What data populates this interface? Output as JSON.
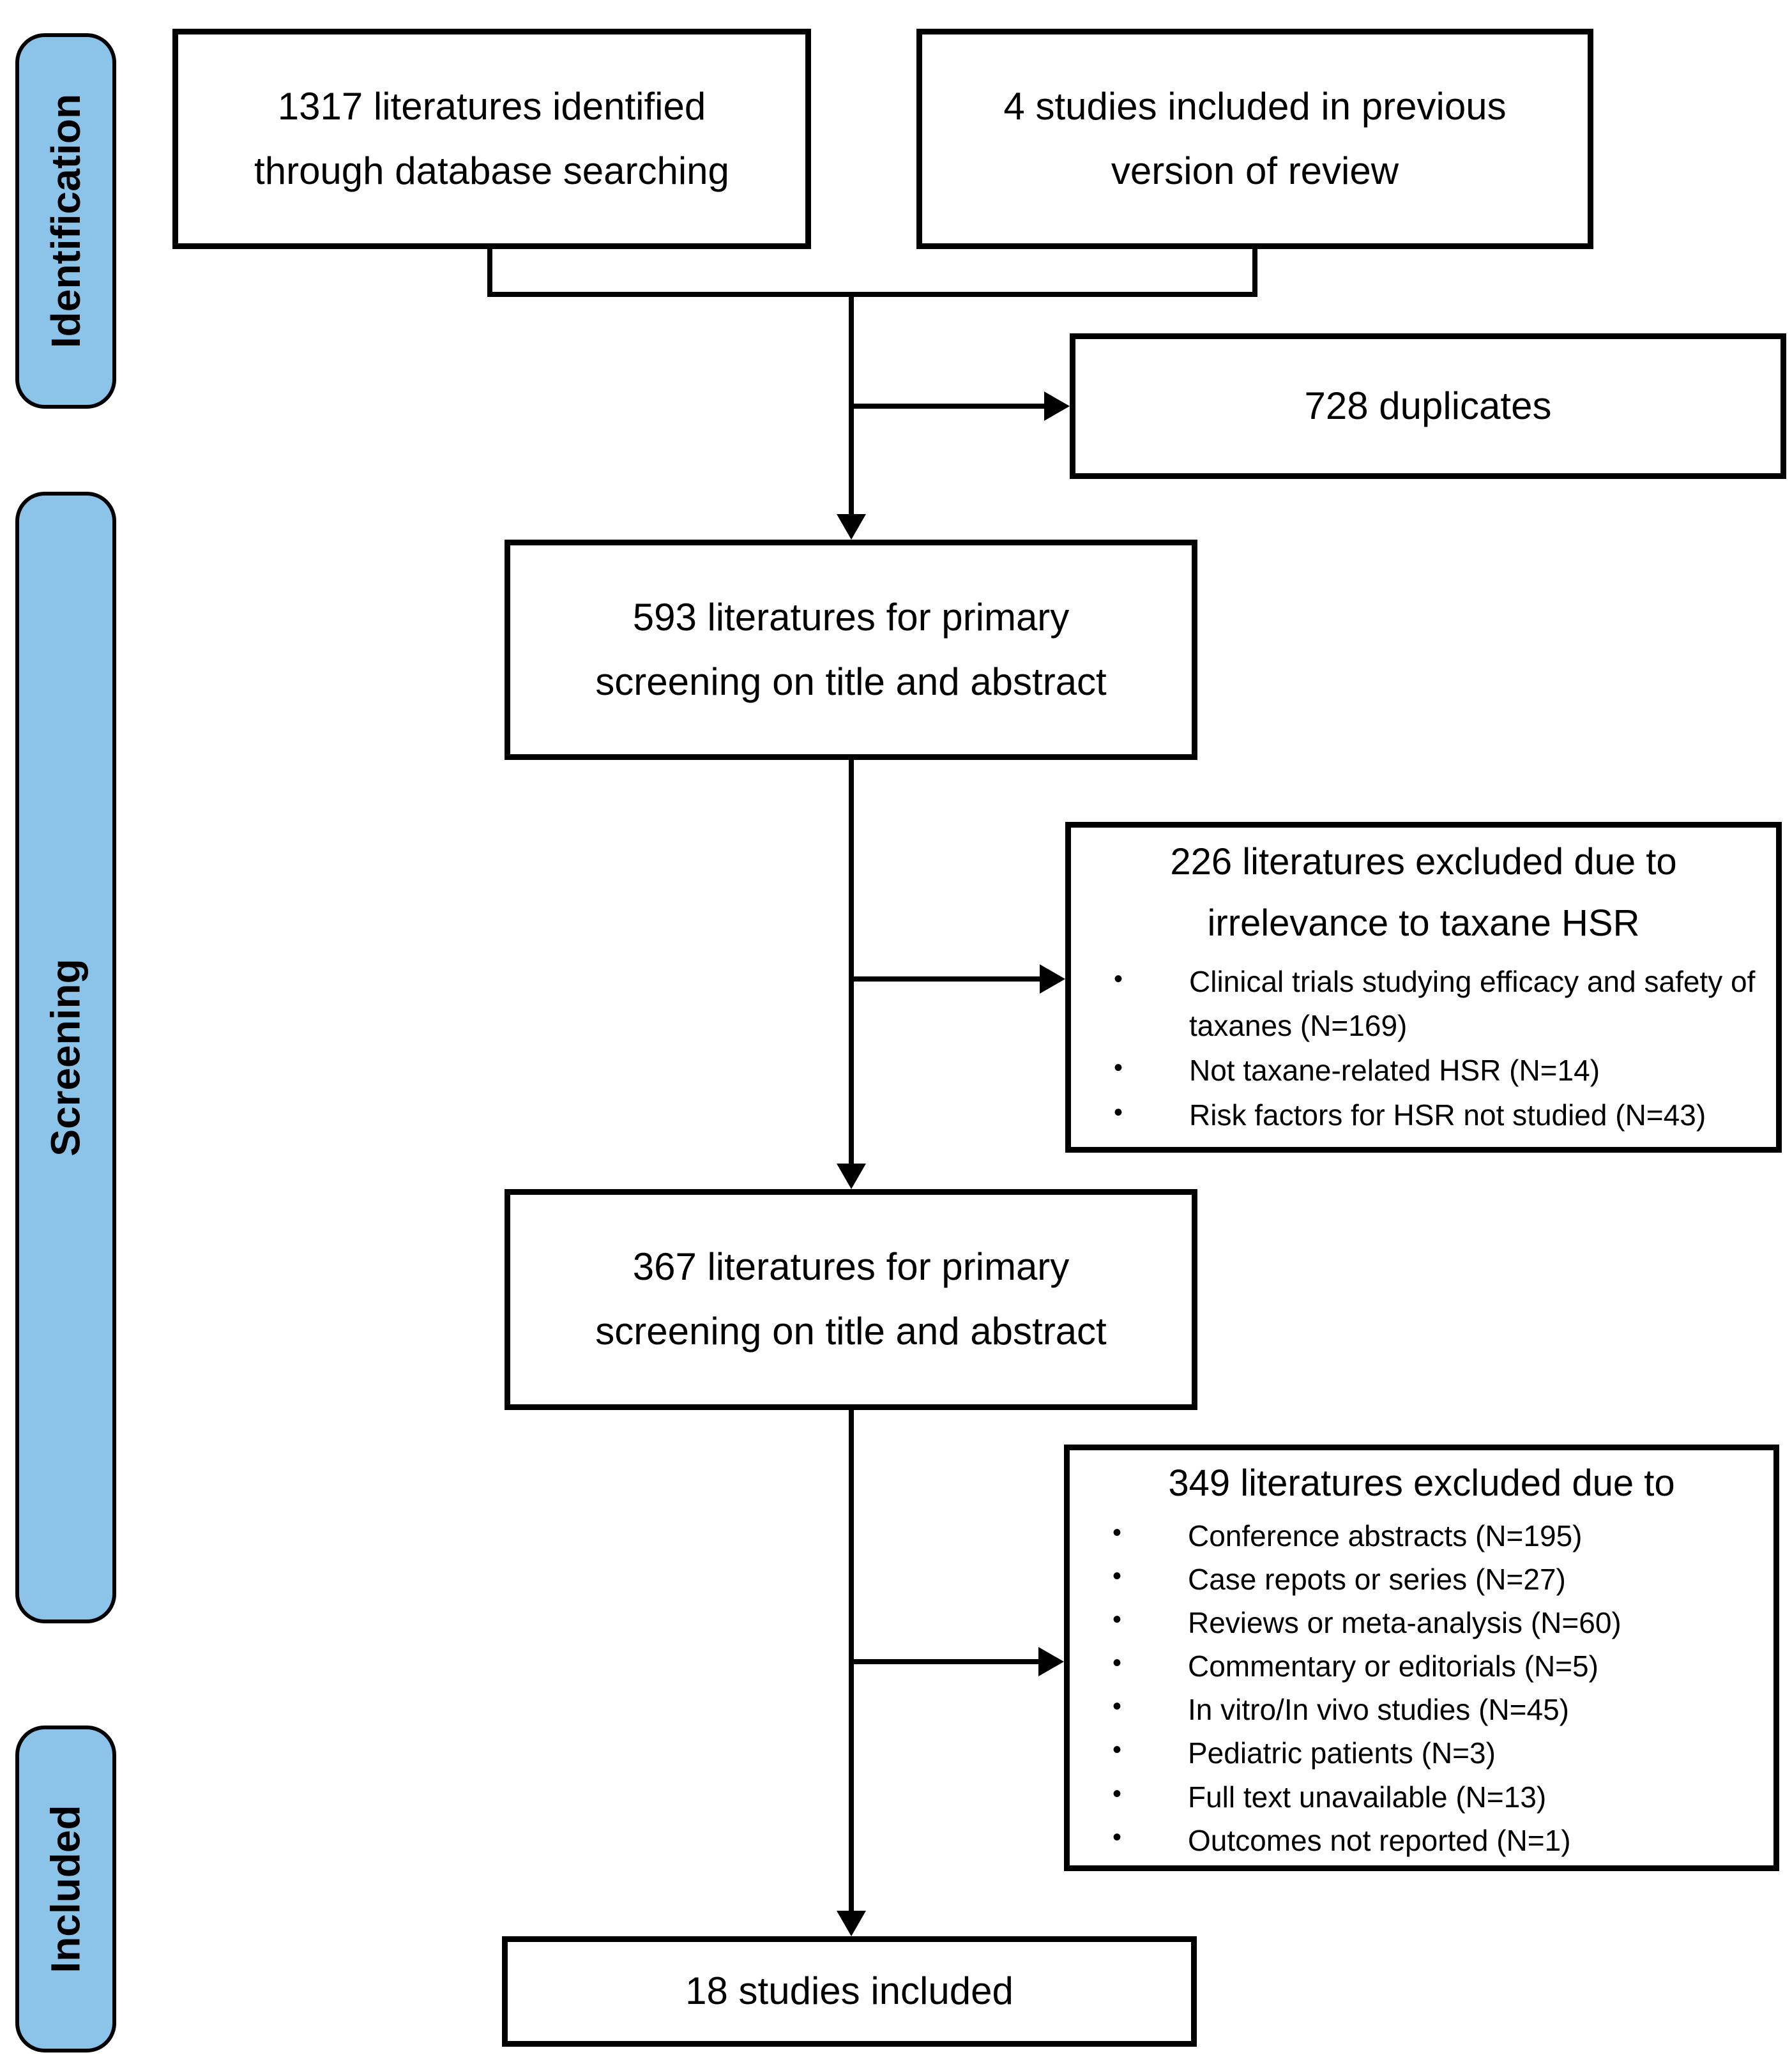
{
  "stages": [
    {
      "label": "Identification"
    },
    {
      "label": "Screening"
    },
    {
      "label": "Included"
    }
  ],
  "boxes": {
    "identified": {
      "text": "1317 literatures identified through database searching"
    },
    "previous": {
      "text": "4 studies included in previous version of review"
    },
    "duplicates": {
      "text": "728 duplicates"
    },
    "screened_593": {
      "text": "593 literatures for primary screening on title and abstract"
    },
    "excluded_226": {
      "title": "226 literatures excluded due to irrelevance to taxane HSR",
      "bullets": [
        "Clinical trials studying efficacy and safety of taxanes (N=169)",
        "Not taxane-related HSR (N=14)",
        "Risk factors for HSR not studied (N=43)"
      ]
    },
    "screened_367": {
      "text": "367 literatures for primary screening on title and abstract"
    },
    "excluded_349": {
      "title": "349 literatures excluded due to",
      "bullets": [
        "Conference abstracts (N=195)",
        "Case repots or series (N=27)",
        "Reviews or meta-analysis (N=60)",
        "Commentary or editorials (N=5)",
        "In vitro/In vivo studies (N=45)",
        "Pediatric patients (N=3)",
        "Full text unavailable (N=13)",
        "Outcomes not reported (N=1)"
      ]
    },
    "included_18": {
      "text": "18 studies included"
    }
  },
  "glyphs": {
    "bullet": "•"
  },
  "colors": {
    "stage_fill": "#8CC3E8",
    "stage_border": "#000000",
    "box_border": "#000000",
    "connector": "#000000",
    "text": "#000000",
    "background": "#FFFFFF"
  }
}
